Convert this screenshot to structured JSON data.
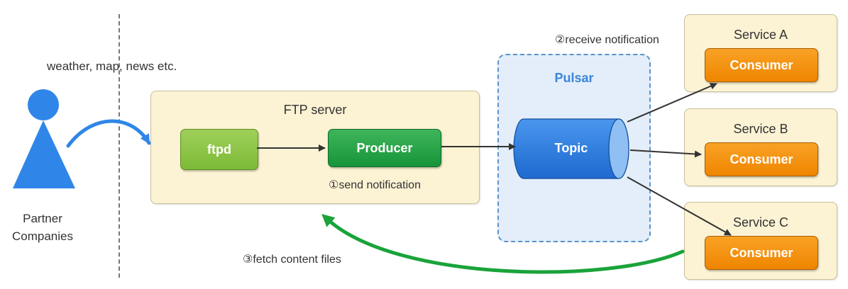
{
  "labels": {
    "weather": "weather, map, news etc.",
    "partner_line1": "Partner",
    "partner_line2": "Companies",
    "ftp_server": "FTP server",
    "send_notification": "①send notification",
    "receive_notification": "②receive notification",
    "fetch_content": "③fetch content files",
    "pulsar": "Pulsar",
    "topic": "Topic"
  },
  "nodes": {
    "ftpd": "ftpd",
    "producer": "Producer"
  },
  "services": [
    {
      "title": "Service A",
      "consumer": "Consumer"
    },
    {
      "title": "Service B",
      "consumer": "Consumer"
    },
    {
      "title": "Service C",
      "consumer": "Consumer"
    }
  ],
  "colors": {
    "person": "#2f86e8",
    "panel": "#fcf3d4",
    "producer": "#1f9c42",
    "ftpd": "#8cc84b",
    "topic": "#2e7ee0",
    "consumer": "#f39200",
    "pulsar_label": "#3b86d6",
    "fetch_arrow": "#1aa33a"
  }
}
